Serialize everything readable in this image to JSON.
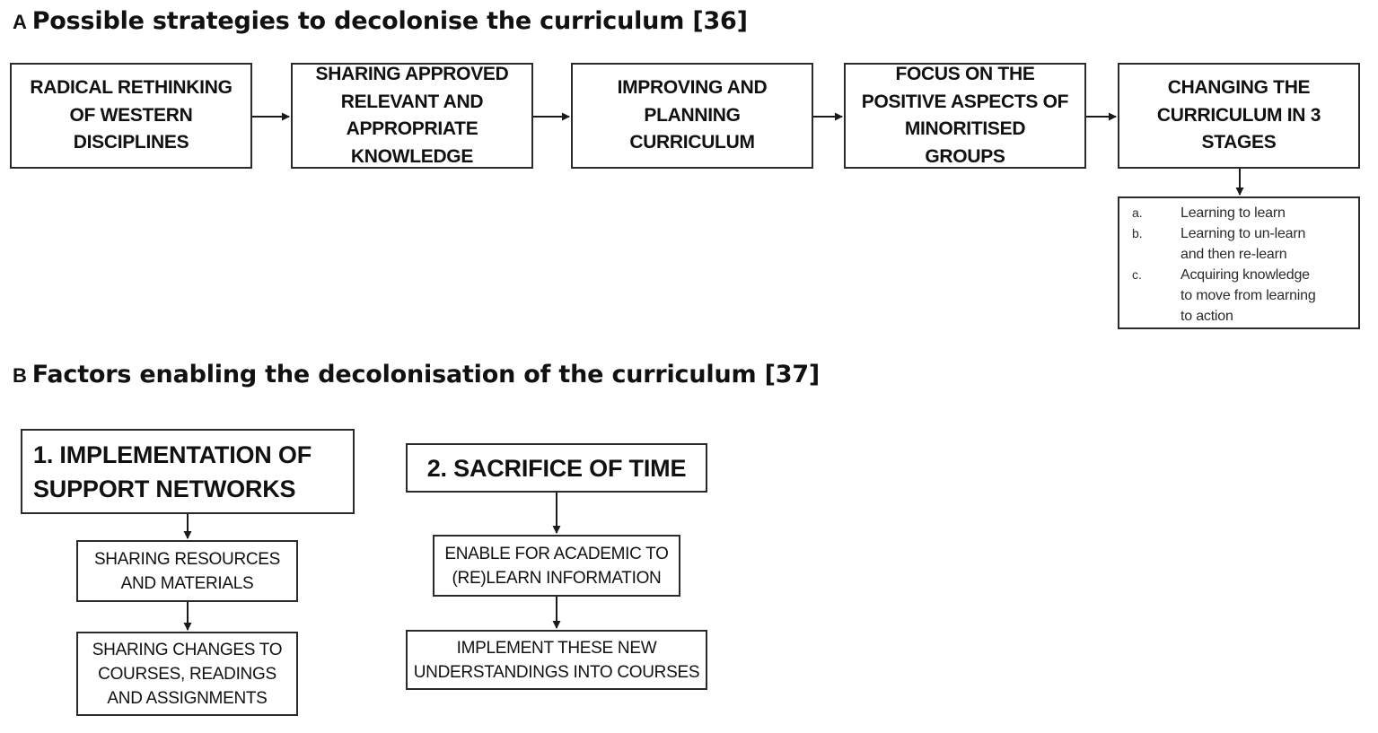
{
  "section_a": {
    "letter": "A",
    "title": "Possible strategies to decolonise the curriculum [36]",
    "strategies": [
      "RADICAL RETHINKING\nOF WESTERN\nDISCIPLINES",
      "SHARING APPROVED\nRELEVANT AND\nAPPROPRIATE\nKNOWLEDGE",
      "IMPROVING AND\nPLANNING\nCURRICULUM",
      "FOCUS ON THE\nPOSITIVE ASPECTS OF\nMINORITISED\nGROUPS",
      "CHANGING THE\nCURRICULUM IN 3\nSTAGES"
    ],
    "stages": [
      {
        "marker": "a.",
        "text": "Learning to learn"
      },
      {
        "marker": "b.",
        "text": "Learning to un-learn\nand then re-learn"
      },
      {
        "marker": "c.",
        "text": "Acquiring knowledge\nto move from learning\nto action"
      }
    ]
  },
  "section_b": {
    "letter": "B",
    "title": "Factors enabling the decolonisation of the curriculum [37]",
    "factor_1": {
      "title": "1. IMPLEMENTATION OF\nSUPPORT NETWORKS",
      "items": [
        "SHARING RESOURCES\nAND MATERIALS",
        "SHARING CHANGES TO\nCOURSES, READINGS\nAND ASSIGNMENTS"
      ]
    },
    "factor_2": {
      "title": "2. SACRIFICE OF TIME",
      "items": [
        "ENABLE FOR ACADEMIC TO\n(RE)LEARN INFORMATION",
        "IMPLEMENT THESE NEW\nUNDERSTANDINGS INTO COURSES"
      ]
    }
  }
}
